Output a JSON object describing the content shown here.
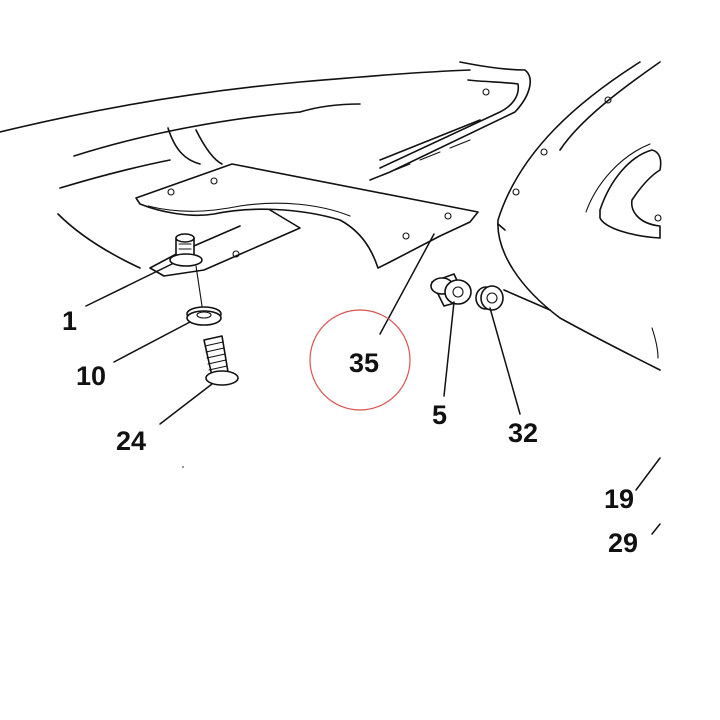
{
  "callouts": [
    {
      "key": "c1",
      "text": "1"
    },
    {
      "key": "c10",
      "text": "10"
    },
    {
      "key": "c24",
      "text": "24"
    },
    {
      "key": "c35",
      "text": "35"
    },
    {
      "key": "c5",
      "text": "5"
    },
    {
      "key": "c32",
      "text": "32"
    },
    {
      "key": "c19",
      "text": "19"
    },
    {
      "key": "c29",
      "text": "29"
    }
  ],
  "highlight": {
    "target": "35",
    "color": "#d9534f"
  }
}
